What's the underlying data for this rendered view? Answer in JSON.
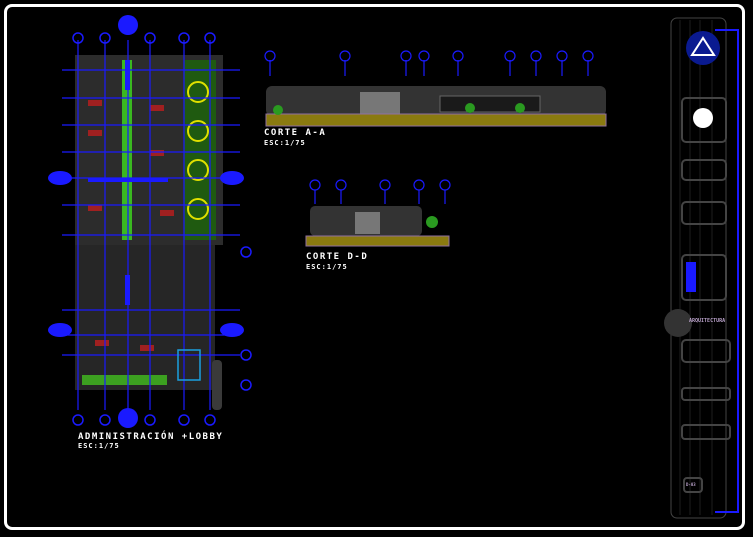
{
  "drawing": {
    "plan": {
      "title": "ADMINISTRACIÓN +LOBBY",
      "scale": "ESC:1/75"
    },
    "section_aa": {
      "title": "CORTE  A-A",
      "scale": "ESC:1/75"
    },
    "section_dd": {
      "title": "CORTE  D-D",
      "scale": "ESC:1/75"
    }
  },
  "title_block": {
    "firm": "ARQUITECTURA",
    "sheet": "D-03"
  },
  "colors": {
    "axis": "#1a1aff",
    "wall": "#3a3a3a",
    "green": "#7fd81a",
    "ground": "#8a7a10",
    "border": "#ffffff",
    "purple": "#8060a0"
  }
}
